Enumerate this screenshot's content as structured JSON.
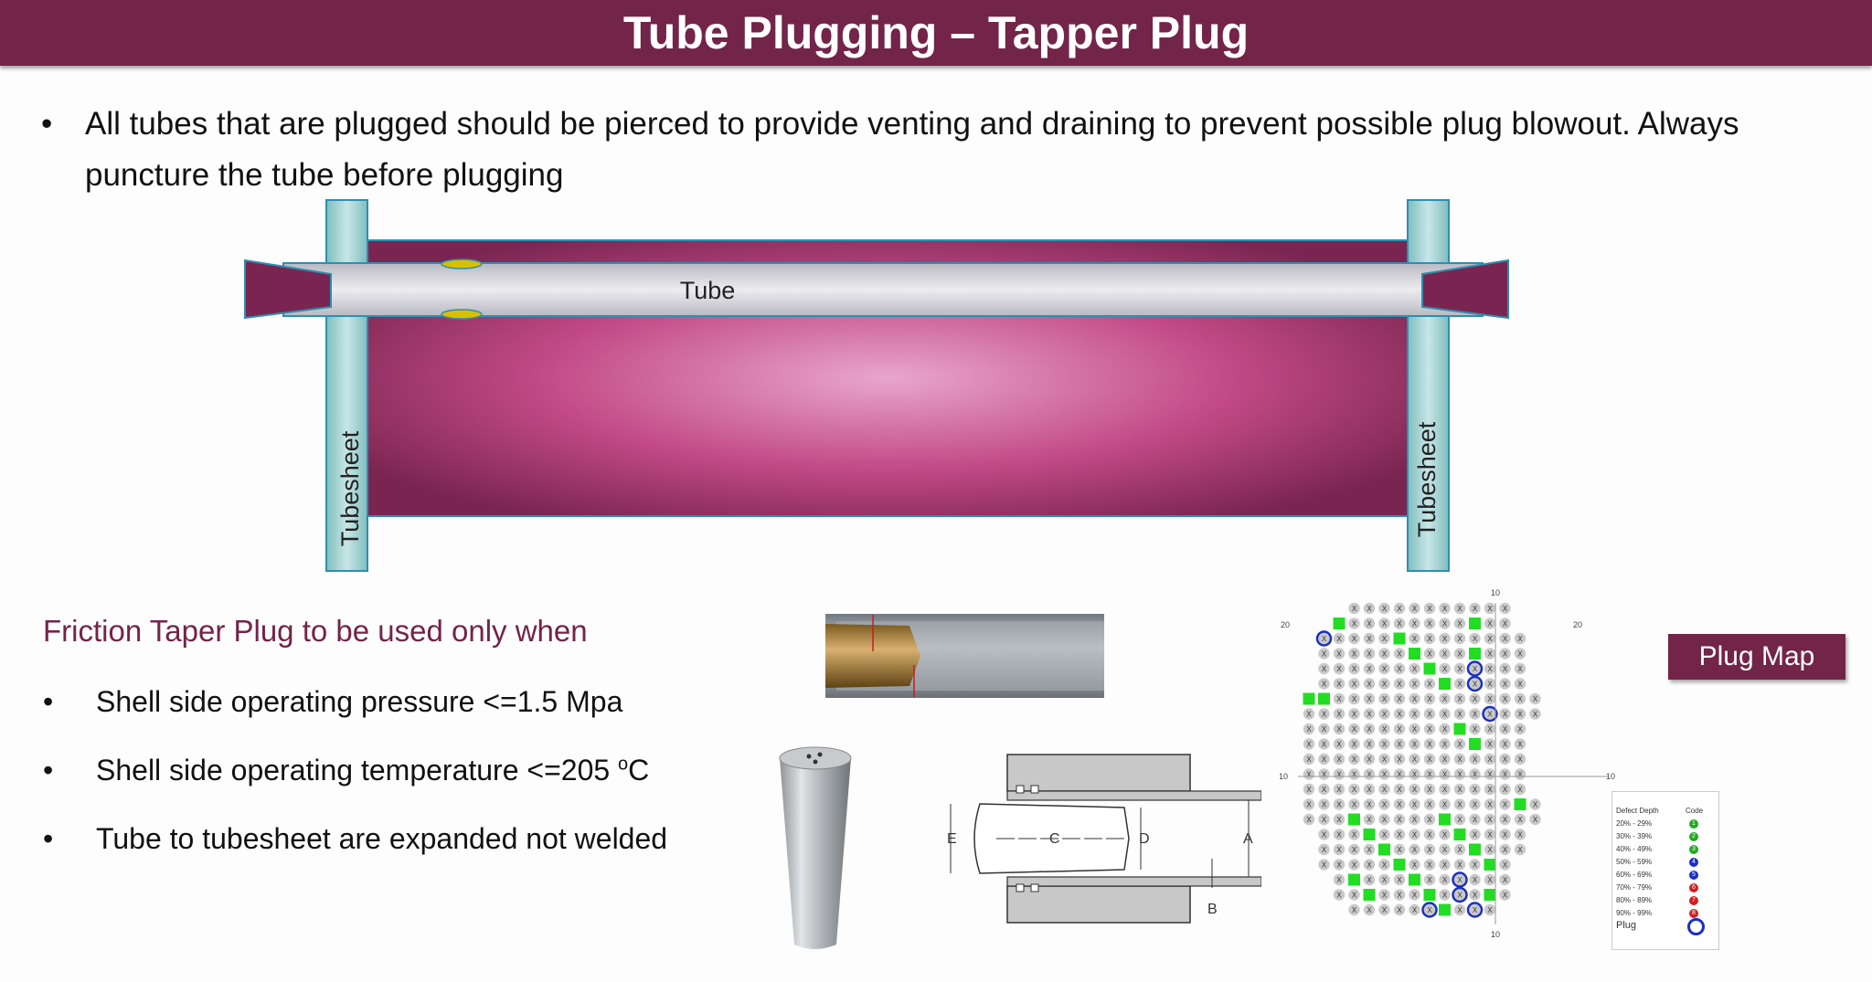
{
  "title": "Tube Plugging – Tapper Plug",
  "intro_bullet": {
    "marker": "•",
    "text": "All tubes that are plugged should be pierced to provide venting and draining to prevent possible plug blowout. Always puncture the tube before plugging"
  },
  "diagram": {
    "tube_label": "Tube",
    "left_tubesheet_label": "Tubesheet",
    "right_tubesheet_label": "Tubesheet",
    "colors": {
      "shell": "#c24a86",
      "shell_glow": "#e8a6cc",
      "plug": "#7a2551",
      "tubesheet": "#9ecfcf",
      "outline": "#2d8fb0"
    }
  },
  "friction": {
    "title": "Friction Taper Plug to be used only when",
    "conditions": [
      {
        "marker": "•",
        "text": "Shell side operating pressure <=1.5 Mpa"
      },
      {
        "marker": "•",
        "text": "Shell side operating temperature <=205 ",
        "sup": "o",
        "suffix": "C"
      },
      {
        "marker": "•",
        "text": "Tube to tubesheet are expanded not welded"
      }
    ]
  },
  "dimension_labels": {
    "a": "A",
    "b": "B",
    "c": "C",
    "d": "D",
    "e": "E"
  },
  "plug_map_button": "Plug Map",
  "plug_map": {
    "axis_top": "10",
    "axis_left_top": "20",
    "axis_right_top": "20",
    "axis_left_mid": "10",
    "axis_right_mid": "10",
    "axis_bottom": "10",
    "legend_header_depth": "Defect Depth",
    "legend_header_code": "Code",
    "legend_rows": [
      "20% - 29%",
      "30% - 39%",
      "40% - 49%",
      "50% - 59%",
      "60% - 69%",
      "70% - 79%",
      "80% - 89%",
      "90% - 99%"
    ],
    "legend_plug": "Plug",
    "legend_codes": [
      "1",
      "2",
      "3",
      "4",
      "5",
      "6",
      "7",
      "8"
    ],
    "cell_mark": "X"
  }
}
